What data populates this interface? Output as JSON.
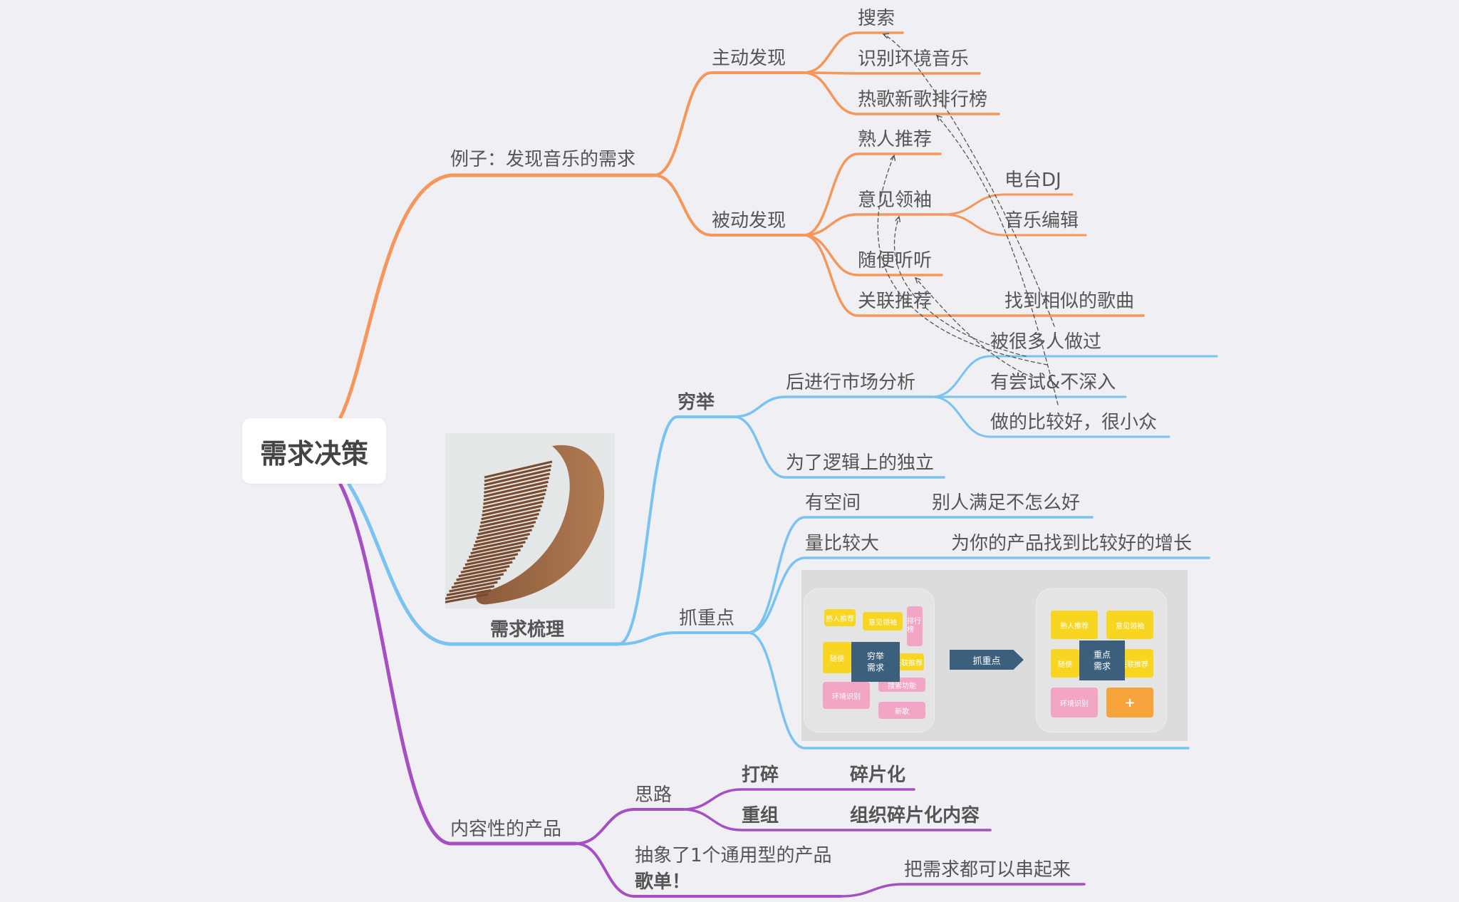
{
  "root": "需求决策",
  "colors": {
    "orange": "#f5965a",
    "blue": "#78c3ef",
    "purple": "#a64fc3"
  },
  "nodes": {
    "example": "例子：发现音乐的需求",
    "active": "主动发现",
    "search": "搜索",
    "identify": "识别环境音乐",
    "charts": "热歌新歌排行榜",
    "passive": "被动发现",
    "acquaintance": "熟人推荐",
    "opinion_leader": "意见领袖",
    "radio_dj": "电台DJ",
    "music_editor": "音乐编辑",
    "random": "随便听听",
    "related": "关联推荐",
    "similar_songs": "找到相似的歌曲",
    "sorting": "需求梳理",
    "exhaust": "穷举",
    "market": "后进行市场分析",
    "done_many": "被很多人做过",
    "tried": "有尝试&不深入",
    "done_well": "做的比较好，很小众",
    "logic": "为了逻辑上的独立",
    "focus": "抓重点",
    "space": "有空间",
    "others_bad": "别人满足不怎么好",
    "volume": "量比较大",
    "growth": "为你的产品找到比较好的增长",
    "content": "内容性的产品",
    "idea": "思路",
    "shatter": "打碎",
    "fragment": "碎片化",
    "regroup": "重组",
    "organize": "组织碎片化内容",
    "abstract1": "抽象了1个通用型的产品",
    "abstract2": "歌单！",
    "connect": "把需求都可以串起来"
  },
  "shot": {
    "left_center": "穷举\n需求",
    "arrow": "抓重点",
    "right_center": "重点\n需求",
    "left_tiles": [
      "熟人推荐",
      "意见领袖",
      "排行榜",
      "随便",
      "关联推荐",
      "环境识别",
      "搜索功能",
      "新歌"
    ],
    "right_tiles": [
      "熟人推荐",
      "意见领袖",
      "随便",
      "关联推荐",
      "环境识别",
      "+"
    ]
  }
}
